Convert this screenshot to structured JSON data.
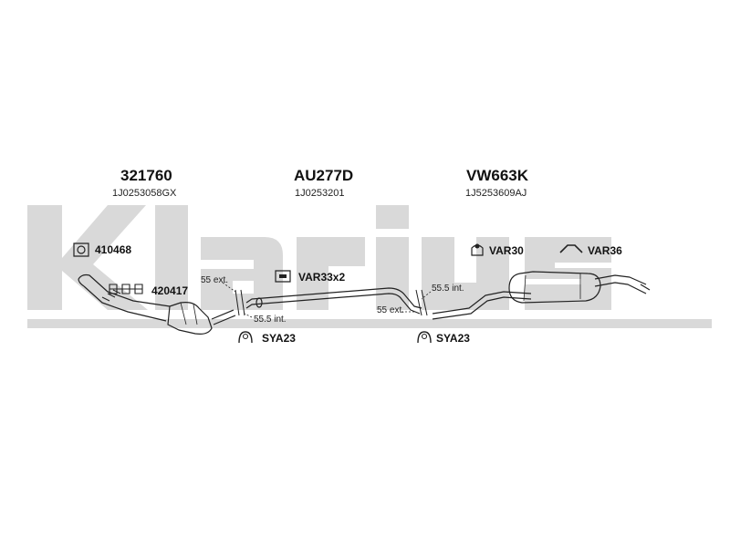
{
  "brand": {
    "watermark_text": "Klarius",
    "watermark_color": "#d9d9d9"
  },
  "sections": [
    {
      "part_number": "321760",
      "oem_number": "1J0253058GX"
    },
    {
      "part_number": "AU277D",
      "oem_number": "1J0253201"
    },
    {
      "part_number": "VW663K",
      "oem_number": "1J5253609AJ"
    }
  ],
  "accessories": {
    "gasket": {
      "code": "410468",
      "icon": "gasket-icon"
    },
    "bolt_kit": {
      "code": "420417",
      "icon": "bolt-kit-icon"
    },
    "clamp": {
      "code": "VAR33x2",
      "icon": "clamp-icon"
    },
    "hanger_left": {
      "code": "SYA23",
      "icon": "rubber-hanger-icon"
    },
    "hanger_right": {
      "code": "SYA23",
      "icon": "rubber-hanger-icon"
    },
    "mount_var30": {
      "code": "VAR30",
      "icon": "mount-icon"
    },
    "bracket_var36": {
      "code": "VAR36",
      "icon": "bracket-icon"
    }
  },
  "joints": {
    "joint1_ext": "55 ext.",
    "joint1_int": "55.5 int.",
    "joint2_int": "55.5 int.",
    "joint2_ext": "55 ext."
  }
}
